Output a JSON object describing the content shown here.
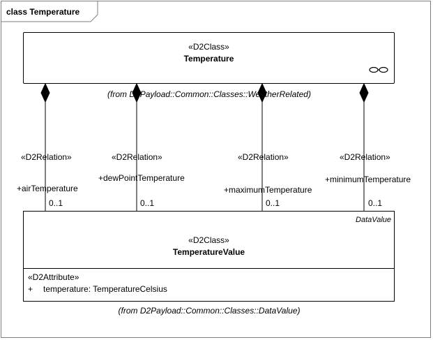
{
  "frame": {
    "title": "class Temperature"
  },
  "temperature_class": {
    "stereotype": "«D2Class»",
    "name": "Temperature",
    "from": "(from D2Payload::Common::Classes::WeatherRelated)",
    "icon": "link-icon"
  },
  "temperature_value_class": {
    "stereotype": "«D2Class»",
    "name": "TemperatureValue",
    "tag": "DataValue",
    "attribute_stereotype": "«D2Attribute»",
    "attribute_visibility": "+",
    "attribute": "temperature: TemperatureCelsius",
    "from": "(from D2Payload::Common::Classes::DataValue)"
  },
  "relations": [
    {
      "stereotype": "«D2Relation»",
      "role": "+airTemperature",
      "multiplicity": "0..1"
    },
    {
      "stereotype": "«D2Relation»",
      "role": "+dewPointTemperature",
      "multiplicity": "0..1"
    },
    {
      "stereotype": "«D2Relation»",
      "role": "+maximumTemperature",
      "multiplicity": "0..1"
    },
    {
      "stereotype": "«D2Relation»",
      "role": "+minimumTemperature",
      "multiplicity": "0..1"
    }
  ],
  "colors": {
    "line": "#000000",
    "frame_border": "#7f7f7f"
  }
}
